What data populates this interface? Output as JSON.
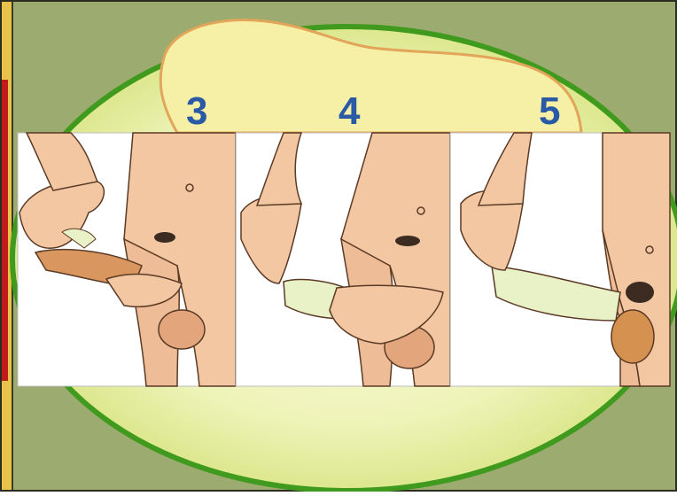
{
  "steps": [
    {
      "number": "3"
    },
    {
      "number": "4"
    },
    {
      "number": "5"
    }
  ],
  "colors": {
    "background": "#9cab6f",
    "oval_fill": "#eef3b8",
    "oval_rim": "#3f9a1d",
    "cloud_fill": "#f6f0a6",
    "cloud_outline": "#e2a55a",
    "left_strip": "#e9c24a",
    "left_strip_inner": "#c21b1b",
    "panel_bg": "#ffffff",
    "skin": "#f2c7a2",
    "skin_shadow": "#e3a67c",
    "number_blue": "#2a5aa6"
  }
}
